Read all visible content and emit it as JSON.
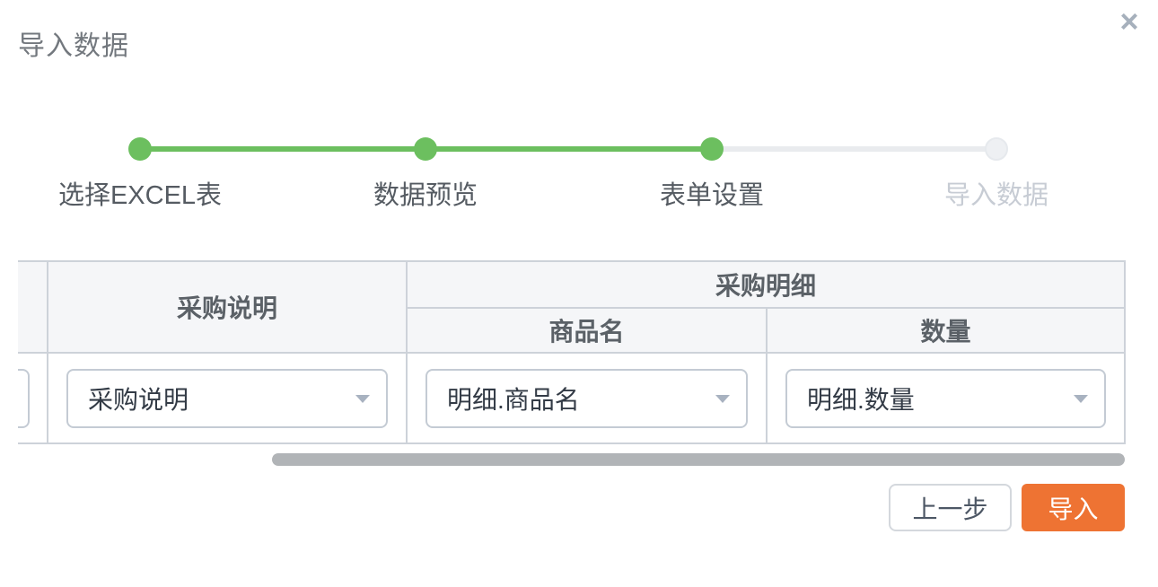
{
  "dialog": {
    "title": "导入数据",
    "close_glyph": "×"
  },
  "stepper": {
    "steps": [
      {
        "label": "选择EXCEL表",
        "state": "done"
      },
      {
        "label": "数据预览",
        "state": "done"
      },
      {
        "label": "表单设置",
        "state": "current"
      },
      {
        "label": "导入数据",
        "state": "pending"
      }
    ],
    "colors": {
      "active": "#6cbf5f",
      "inactive": "#e9ebee"
    }
  },
  "table": {
    "group_header": "采购明细",
    "columns": [
      {
        "header": "采购说明",
        "value": "采购说明"
      },
      {
        "header": "商品名",
        "group": "采购明细",
        "value": "明细.商品名"
      },
      {
        "header": "数量",
        "group": "采购明细",
        "value": "明细.数量"
      }
    ]
  },
  "buttons": {
    "back": "上一步",
    "submit": "导入"
  },
  "colors": {
    "accent_green": "#6cbf5f",
    "accent_orange": "#ee7333",
    "header_bg": "#f5f6f8",
    "border": "#cdd2d9",
    "scroll_thumb": "#b1b4b7"
  }
}
